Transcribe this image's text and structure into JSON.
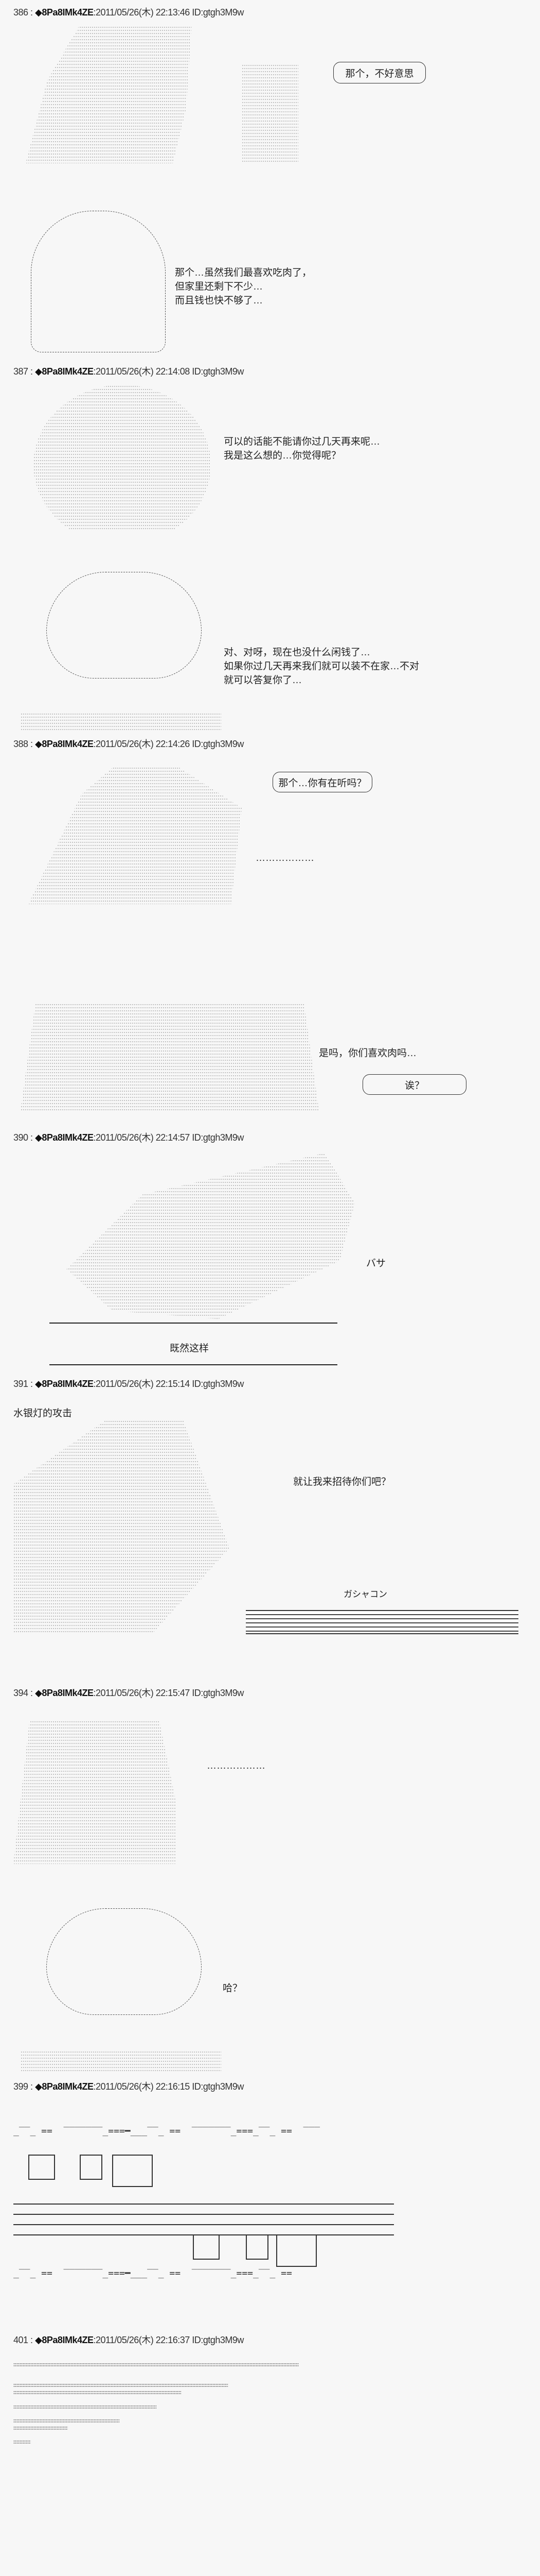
{
  "author": {
    "trip": "◆8Pa8IMk4ZE",
    "id_label": "ID:gtgh3M9w"
  },
  "posts": [
    {
      "num": "386 :",
      "date": ":2011/05/26(木) 22:13:46"
    },
    {
      "num": "387 :",
      "date": ":2011/05/26(木) 22:14:08"
    },
    {
      "num": "388 :",
      "date": ":2011/05/26(木) 22:14:26"
    },
    {
      "num": "390 :",
      "date": ":2011/05/26(木) 22:14:57"
    },
    {
      "num": "391 :",
      "date": ":2011/05/26(木) 22:15:14"
    },
    {
      "num": "394 :",
      "date": ":2011/05/26(木) 22:15:47"
    },
    {
      "num": "399 :",
      "date": ":2011/05/26(木) 22:16:15"
    },
    {
      "num": "401 :",
      "date": ":2011/05/26(木) 22:16:37"
    }
  ],
  "dialogue": {
    "p386_bubble": "那个，不好意思",
    "p386_l1": "那个…虽然我们最喜欢吃肉了，",
    "p386_l2": "但家里还剩下不少…",
    "p386_l3": "而且钱也快不够了…",
    "p387_l1": "可以的话能不能请你过几天再来呢…",
    "p387_l2": "我是这么想的…你觉得呢？",
    "p387_l3": "对、对呀，现在也没什么闲钱了…",
    "p387_l4": "如果你过几天再来我们就可以装不在家…不对",
    "p387_l5": "就可以答复你了…",
    "p388_bubble": "那个…你有在听吗？",
    "p388_dots": "………………",
    "p388_l2": "是吗，你们喜欢肉吗…",
    "p388_bubble2": "诶？",
    "p390_sfx": "バサ",
    "p390_center": "既然这样",
    "p391_caption": "水银灯的攻击",
    "p391_line": "就让我来招待你们吧？",
    "p391_sfx": "ガシャコン",
    "p394_dots": "………………",
    "p394_l2": "哈？"
  }
}
